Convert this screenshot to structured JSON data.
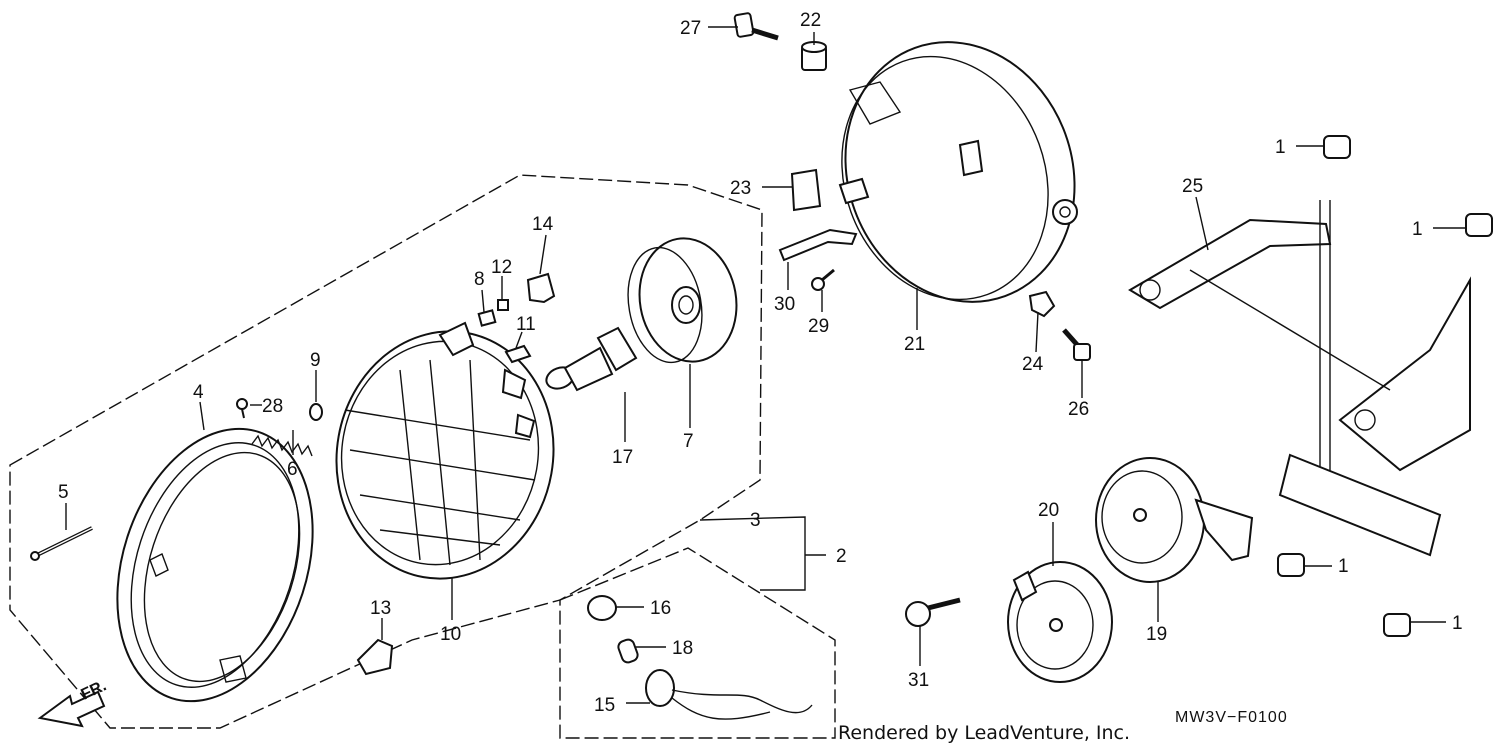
{
  "diagram": {
    "code": "MW3V−F0100",
    "credit": "Rendered by LeadVenture, Inc.",
    "direction": "FR.",
    "callouts": {
      "c1a": "1",
      "c1b": "1",
      "c1c": "1",
      "c1d": "1",
      "c2": "2",
      "c3": "3",
      "c4": "4",
      "c5": "5",
      "c6": "6",
      "c7": "7",
      "c8": "8",
      "c9": "9",
      "c10": "10",
      "c11": "11",
      "c12": "12",
      "c13": "13",
      "c14": "14",
      "c15": "15",
      "c16": "16",
      "c17": "17",
      "c18": "18",
      "c19": "19",
      "c20": "20",
      "c21": "21",
      "c22": "22",
      "c23": "23",
      "c24": "24",
      "c25": "25",
      "c26": "26",
      "c27": "27",
      "c28": "28",
      "c29": "29",
      "c30": "30",
      "c31": "31"
    }
  }
}
